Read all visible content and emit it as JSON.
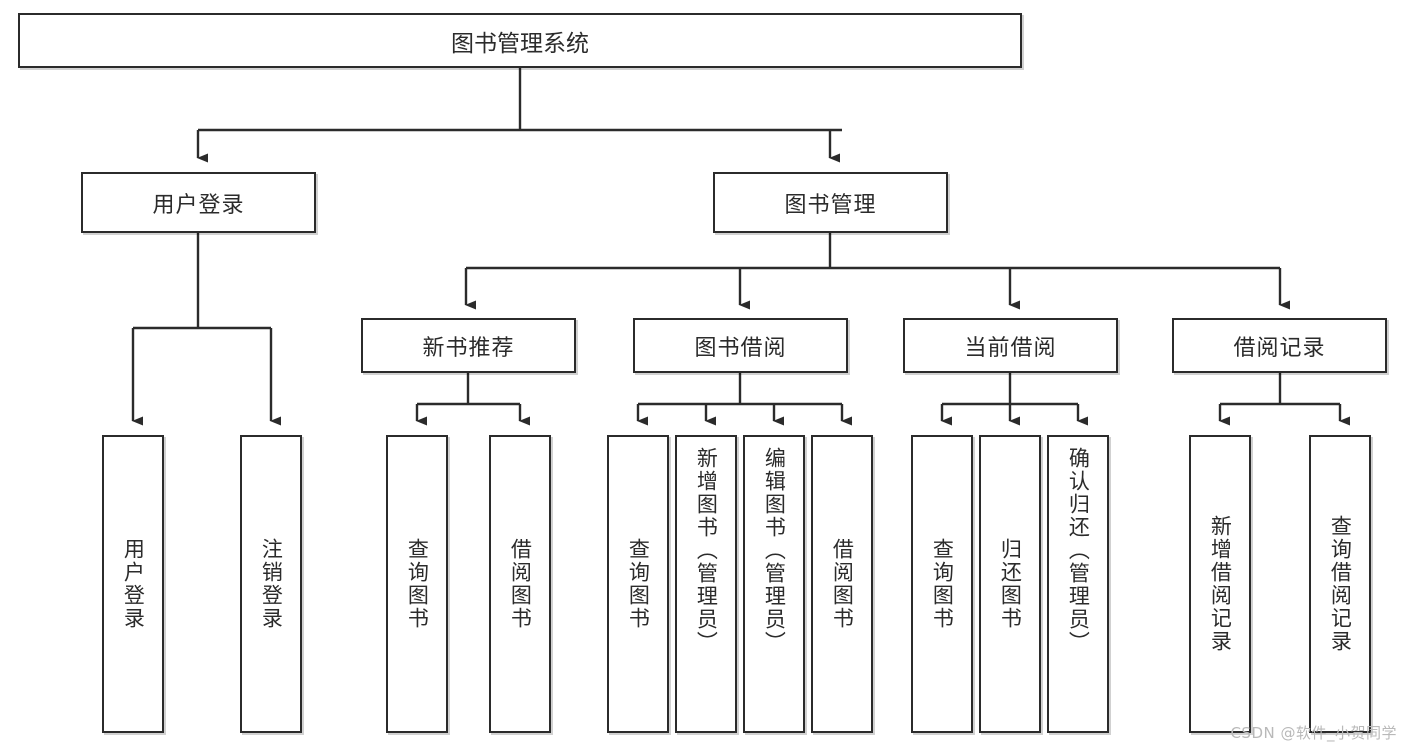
{
  "diagram": {
    "title": "图书管理系统",
    "type": "tree-hierarchy-chart",
    "root": {
      "label": "图书管理系统"
    },
    "level2": [
      {
        "label": "用户登录"
      },
      {
        "label": "图书管理"
      }
    ],
    "level3": [
      {
        "label": "新书推荐"
      },
      {
        "label": "图书借阅"
      },
      {
        "label": "当前借阅"
      },
      {
        "label": "借阅记录"
      }
    ],
    "leaves": {
      "user_login": [
        {
          "label": "用户登录"
        },
        {
          "label": "注销登录"
        }
      ],
      "new_book_recommend": [
        {
          "label": "查询图书"
        },
        {
          "label": "借阅图书"
        }
      ],
      "book_borrow": [
        {
          "label": "查询图书"
        },
        {
          "label": "新增图书（管理员）"
        },
        {
          "label": "编辑图书（管理员）"
        },
        {
          "label": "借阅图书"
        }
      ],
      "current_borrow": [
        {
          "label": "查询图书"
        },
        {
          "label": "归还图书"
        },
        {
          "label": "确认归还（管理员）"
        }
      ],
      "borrow_record": [
        {
          "label": "新增借阅记录"
        },
        {
          "label": "查询借阅记录"
        }
      ]
    }
  },
  "watermark": {
    "text": "CSDN @软件_小贺同学"
  },
  "colors": {
    "border": "#2b2b2b",
    "background": "#ffffff",
    "text": "#2b2b2b",
    "watermark": "#b9b9b9"
  }
}
